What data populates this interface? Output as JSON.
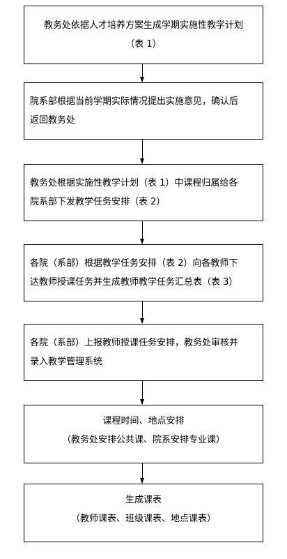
{
  "steps": [
    {
      "lines": [
        "教务处依据人才培养方案生成学期实施性教学计划",
        "（表 1）"
      ]
    },
    {
      "lines": [
        "院系部根据当前学期实际情况提出实施意见，确认后",
        "返回教务处"
      ]
    },
    {
      "lines": [
        "教务处根据实施性教学计划（表 1）中课程归属给各",
        "院系部下发教学任务安排（表 2）"
      ]
    },
    {
      "lines": [
        "各院（系部）根据教学任务安排（表 2）向各教师下",
        "达教师授课任务并生成教师教学任务汇总表（表 3）"
      ]
    },
    {
      "lines": [
        "各院（系部）上报教师授课任务安排，教务处审核并",
        "录入教学管理系统"
      ]
    },
    {
      "lines": [
        "课程时间、地点安排",
        "（教务处安排公共课、院系安排专业课）"
      ]
    },
    {
      "lines": [
        "生成课表",
        "（教师课表、班级课表、地点课表）"
      ]
    }
  ]
}
